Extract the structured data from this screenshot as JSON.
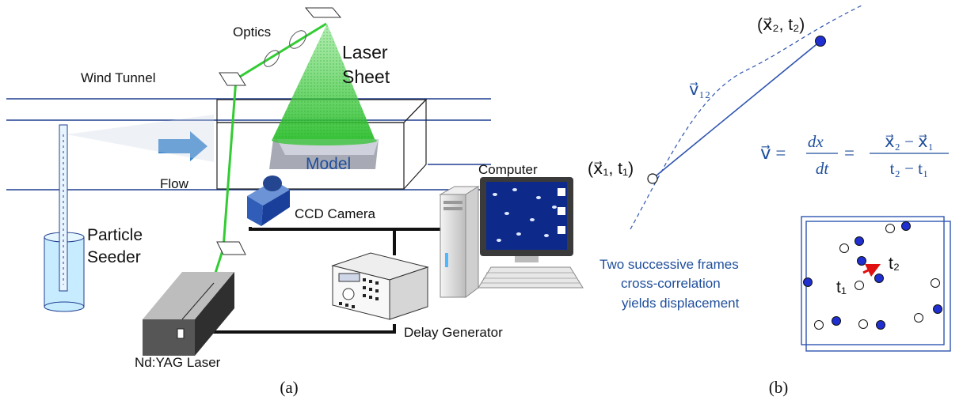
{
  "panel_a": {
    "caption": "(a)",
    "labels": {
      "optics": "Optics",
      "laser_sheet_1": "Laser",
      "laser_sheet_2": "Sheet",
      "wind_tunnel": "Wind Tunnel",
      "flow": "Flow",
      "model": "Model",
      "computer": "Computer",
      "ccd_camera": "CCD Camera",
      "particle_seeder_1": "Particle",
      "particle_seeder_2": "Seeder",
      "delay_generator": "Delay Generator",
      "laser": "Nd:YAG Laser"
    }
  },
  "panel_b": {
    "caption": "(b)",
    "point1": "(x⃗₁, t₁)",
    "point2": "(x⃗₂, t₂)",
    "velocity_label": "v⃗₁₂",
    "equation": {
      "lhs": "v⃗ =",
      "d_num": "dx⃗",
      "d_den": "dt",
      "equals": "=",
      "diff_num": "x⃗₂ − x⃗₁",
      "diff_den": "t₂ − t₁"
    },
    "note": [
      "Two successive frames",
      "cross-correlation",
      "yields displacement"
    ],
    "frame_t1": "t₁",
    "frame_t2": "t₂"
  },
  "colors": {
    "laser_green": "#33cc33",
    "tunnel_blue": "#1f3f8f",
    "annotation_blue": "#1f4e9c",
    "particle_blue": "#1f2fd0",
    "arrow_red": "#e01010"
  }
}
